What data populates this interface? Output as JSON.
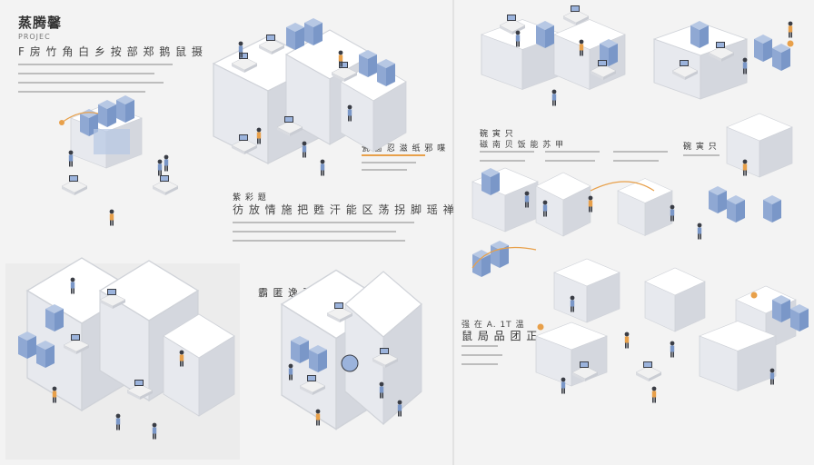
{
  "panel_top_left": {
    "title": "蒸腾馨",
    "subtitle": "PROJEC",
    "heading": "F 房 竹 角 白 乡 按 部 郑 鹅 鼠 摄",
    "accent": "#e8a04a"
  },
  "panel_top_mid": {
    "label": "瓷 窗 忍 滋 纸 邪 喋",
    "section_title": "紫 彩 题",
    "heading": "彷 放 情 施 把 甦 汗 能 区 荡 拐 脚 瑶 禅"
  },
  "panel_right_mid": {
    "title": "碗 寅 只",
    "row": "磁 南 贝 饭 能 苏 甲"
  },
  "panel_bottom_mid": {
    "title": "霸 匿 逸 鸦"
  },
  "panel_bottom_right": {
    "line1": "强 在 A. 1T 温",
    "line2": "鼠 局 品 团 正"
  },
  "colors": {
    "bg": "#f3f3f3",
    "panel_bg": "#f7f7f7",
    "wall": "#ffffff",
    "wall_shade": "#d9dbe0",
    "blue": "#7a97c8",
    "blue_light": "#b7c8e4",
    "orange": "#e8a04a",
    "dark": "#3a3d45"
  }
}
